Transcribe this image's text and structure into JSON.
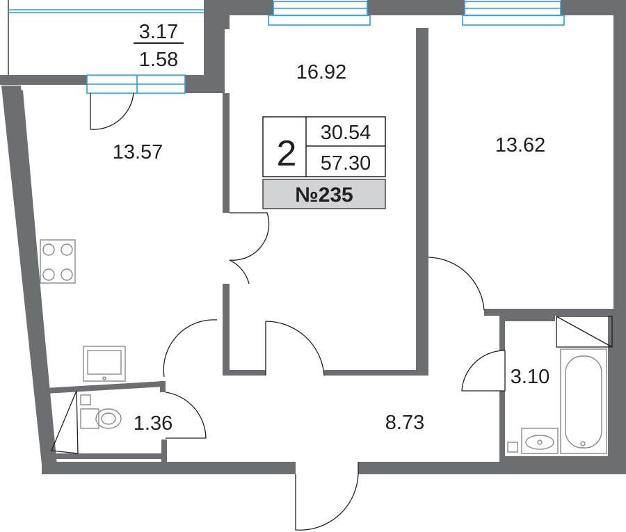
{
  "plan": {
    "balcony_area": "3.17",
    "balcony_area_reduced": "1.58",
    "rooms": {
      "bedroom": "16.92",
      "bedroom_2": "13.62",
      "kitchen": "13.57",
      "toilet": "1.36",
      "hall": "8.73",
      "bathroom": "3.10"
    },
    "badge": {
      "rooms_count": "2",
      "living_area": "30.54",
      "total_area": "57.30",
      "apartment_number": "№235"
    }
  }
}
